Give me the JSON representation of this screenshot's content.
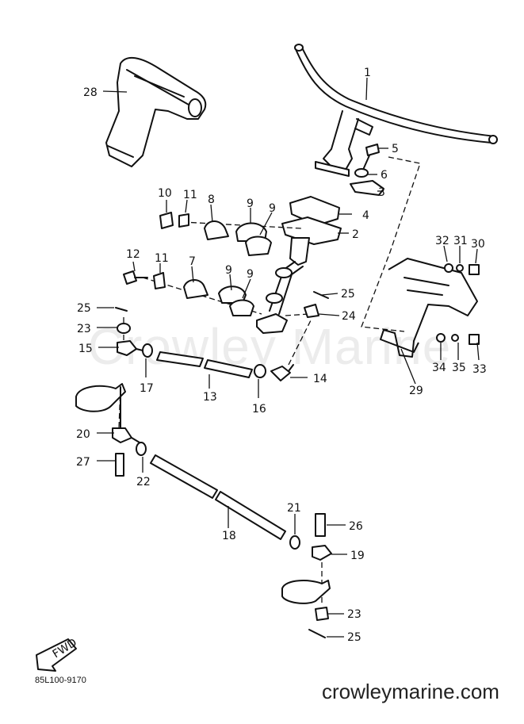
{
  "watermark": "Crowley Marine",
  "drawing_code": "85L100-9170",
  "site_url": "crowleymarine.com",
  "fwd_label": "FWD",
  "callouts": [
    "1",
    "2",
    "3",
    "4",
    "5",
    "6",
    "7",
    "8",
    "9",
    "9",
    "9",
    "9",
    "10",
    "11",
    "11",
    "12",
    "13",
    "14",
    "15",
    "16",
    "17",
    "18",
    "19",
    "20",
    "21",
    "22",
    "23",
    "23",
    "24",
    "25",
    "25",
    "25",
    "26",
    "27",
    "28",
    "29",
    "30",
    "31",
    "32",
    "33",
    "34",
    "35"
  ]
}
